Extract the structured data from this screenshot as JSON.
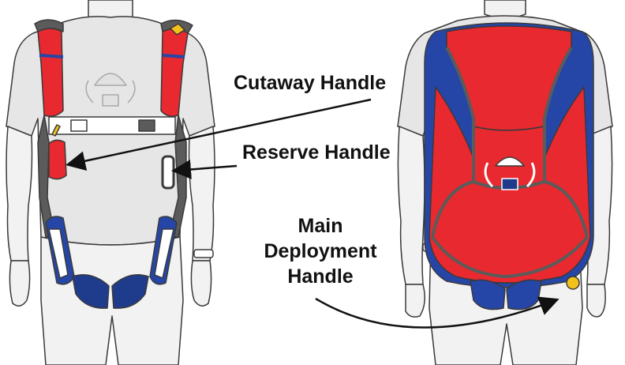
{
  "labels": {
    "cutaway": "Cutaway Handle",
    "reserve": "Reserve Handle",
    "main_line1": "Main",
    "main_line2": "Deployment",
    "main_line3": "Handle"
  },
  "colors": {
    "outline": "#3a3a3a",
    "skin": "#f2f2f2",
    "shirt": "#e6e6e6",
    "red": "#e8292f",
    "blue": "#2546a6",
    "dark_blue": "#1f3b8c",
    "gray": "#5b5b5b",
    "strap": "#ffffff",
    "yellow": "#f2c21a",
    "arrow": "#111111"
  },
  "icons": {
    "front_logo": "parachute-wings-emblem-icon",
    "back_logo": "parachute-wings-emblem-icon"
  }
}
